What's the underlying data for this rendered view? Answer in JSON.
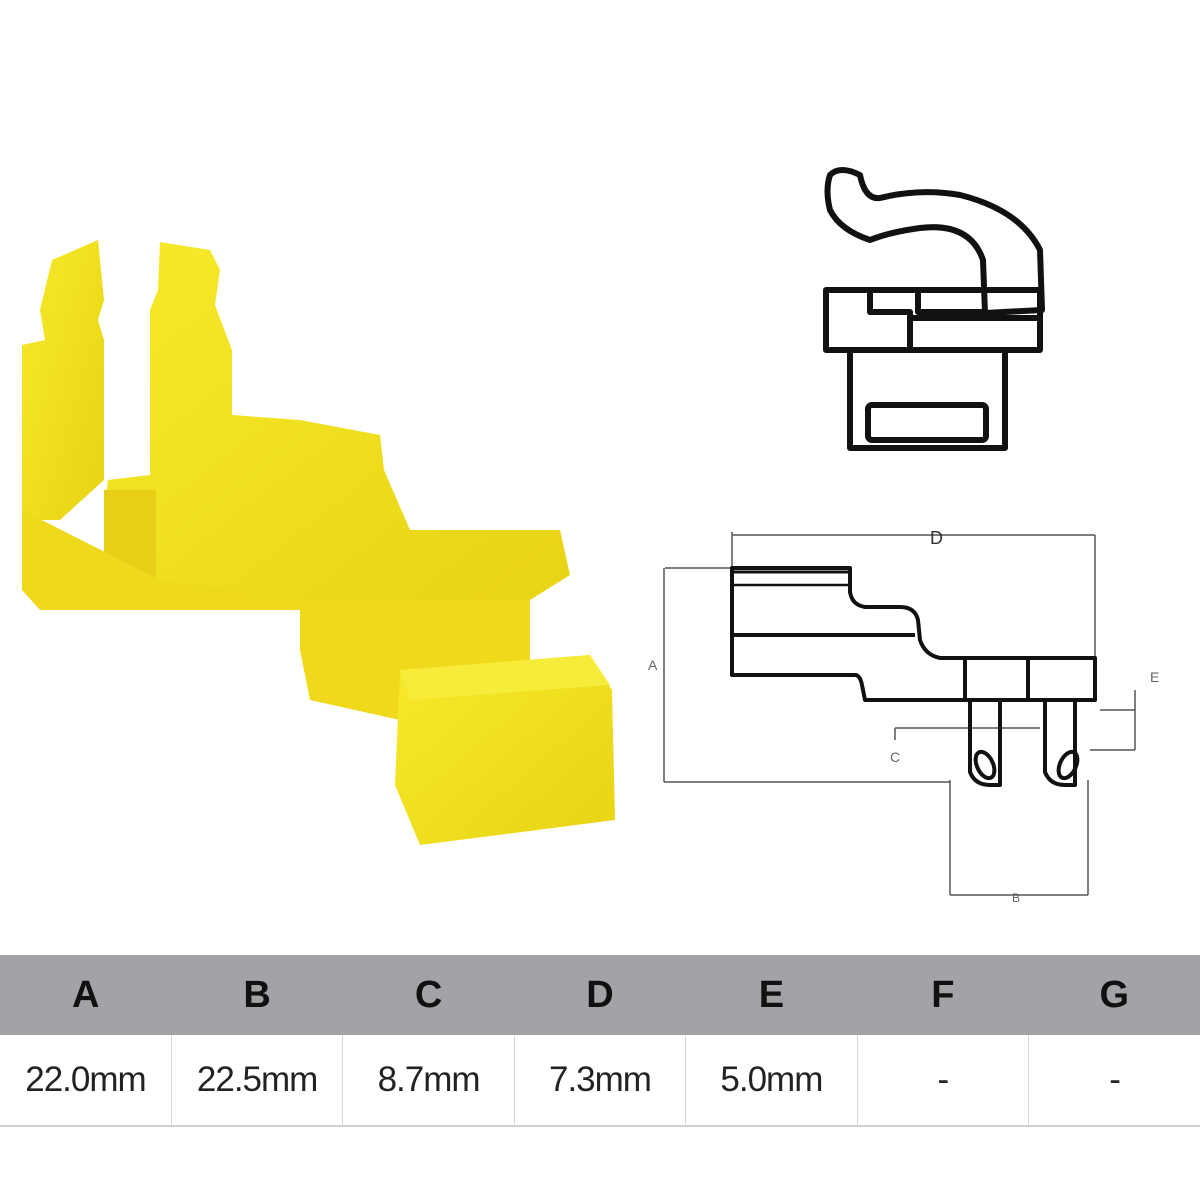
{
  "product": {
    "photo": {
      "icon": "yellow-plastic-clip-photo",
      "color": "#f2e21a"
    },
    "drawings": {
      "top_view": {
        "icon": "clip-top-view-drawing"
      },
      "side_view": {
        "icon": "clip-side-view-dimension-drawing",
        "dimension_labels": [
          "D",
          "A",
          "E",
          "C",
          "B"
        ]
      }
    }
  },
  "spec_table": {
    "header_bg": "#a2a3a7",
    "columns": [
      "A",
      "B",
      "C",
      "D",
      "E",
      "F",
      "G"
    ],
    "values": [
      "22.0mm",
      "22.5mm",
      "8.7mm",
      "7.3mm",
      "5.0mm",
      "-",
      "-"
    ]
  }
}
